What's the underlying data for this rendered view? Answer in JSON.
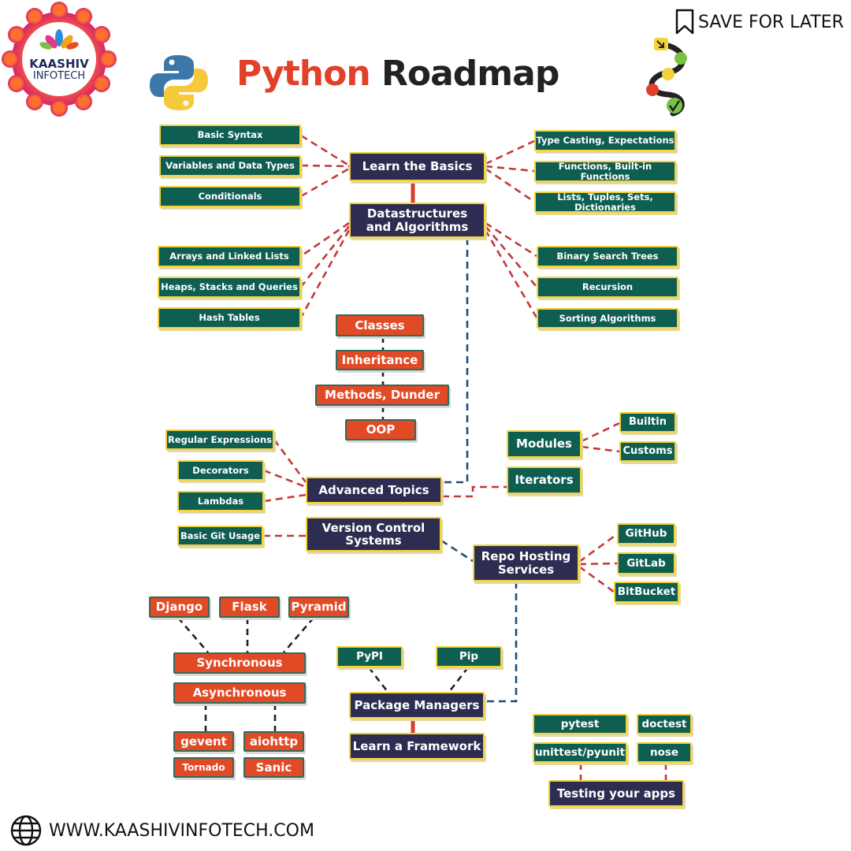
{
  "brand": {
    "logo_line1": "KAASHIV",
    "logo_line2": "INFOTECH",
    "save_label": "SAVE FOR LATER",
    "website": "WWW.KAASHIVINFOTECH.COM"
  },
  "title": {
    "part1": "Python",
    "part2": "Roadmap"
  },
  "colors": {
    "node_dark": "#2d2d52",
    "node_green": "#0f5e52",
    "node_orange": "#e24a26",
    "node_border": "#f3d23a",
    "connector_red": "#c23a3a",
    "connector_blue": "#1d4f7a",
    "connector_black": "#222222"
  },
  "nodes": {
    "basics": "Learn the Basics",
    "basic_syntax": "Basic Syntax",
    "variables": "Variables and Data Types",
    "conditionals": "Conditionals",
    "type_casting": "Type Casting, Expectations",
    "functions": "Functions, Built-in Functions",
    "lists": "Lists, Tuples, Sets, Dictionaries",
    "dsa": "Datastructures\nand Algorithms",
    "arrays": "Arrays and Linked Lists",
    "heaps": "Heaps, Stacks and Queries",
    "hash": "Hash Tables",
    "bst": "Binary Search Trees",
    "recursion": "Recursion",
    "sorting": "Sorting Algorithms",
    "classes": "Classes",
    "inheritance": "Inheritance",
    "methods": "Methods, Dunder",
    "oop": "OOP",
    "regex": "Regular Expressions",
    "decorators": "Decorators",
    "lambdas": "Lambdas",
    "advanced": "Advanced Topics",
    "modules": "Modules",
    "builtin": "Builtin",
    "customs": "Customs",
    "iterators": "Iterators",
    "git_usage": "Basic Git Usage",
    "vcs": "Version Control\nSystems",
    "repo": "Repo Hosting\nServices",
    "github": "GitHub",
    "gitlab": "GitLab",
    "bitbucket": "BitBucket",
    "django": "Django",
    "flask": "Flask",
    "pyramid": "Pyramid",
    "sync": "Synchronous",
    "async": "Asynchronous",
    "gevent": "gevent",
    "aiohttp": "aiohttp",
    "tornado": "Tornado",
    "sanic": "Sanic",
    "pypi": "PyPI",
    "pip": "Pip",
    "pkg": "Package Managers",
    "framework": "Learn a Framework",
    "pytest": "pytest",
    "doctest": "doctest",
    "unittest": "unittest/pyunit",
    "nose": "nose",
    "testing": "Testing your apps"
  },
  "icons": {
    "logo": "kaashiv-mandala-logo",
    "python": "python-logo-icon",
    "roadmap": "roadmap-path-icon",
    "save": "bookmark-icon",
    "web": "globe-icon"
  }
}
